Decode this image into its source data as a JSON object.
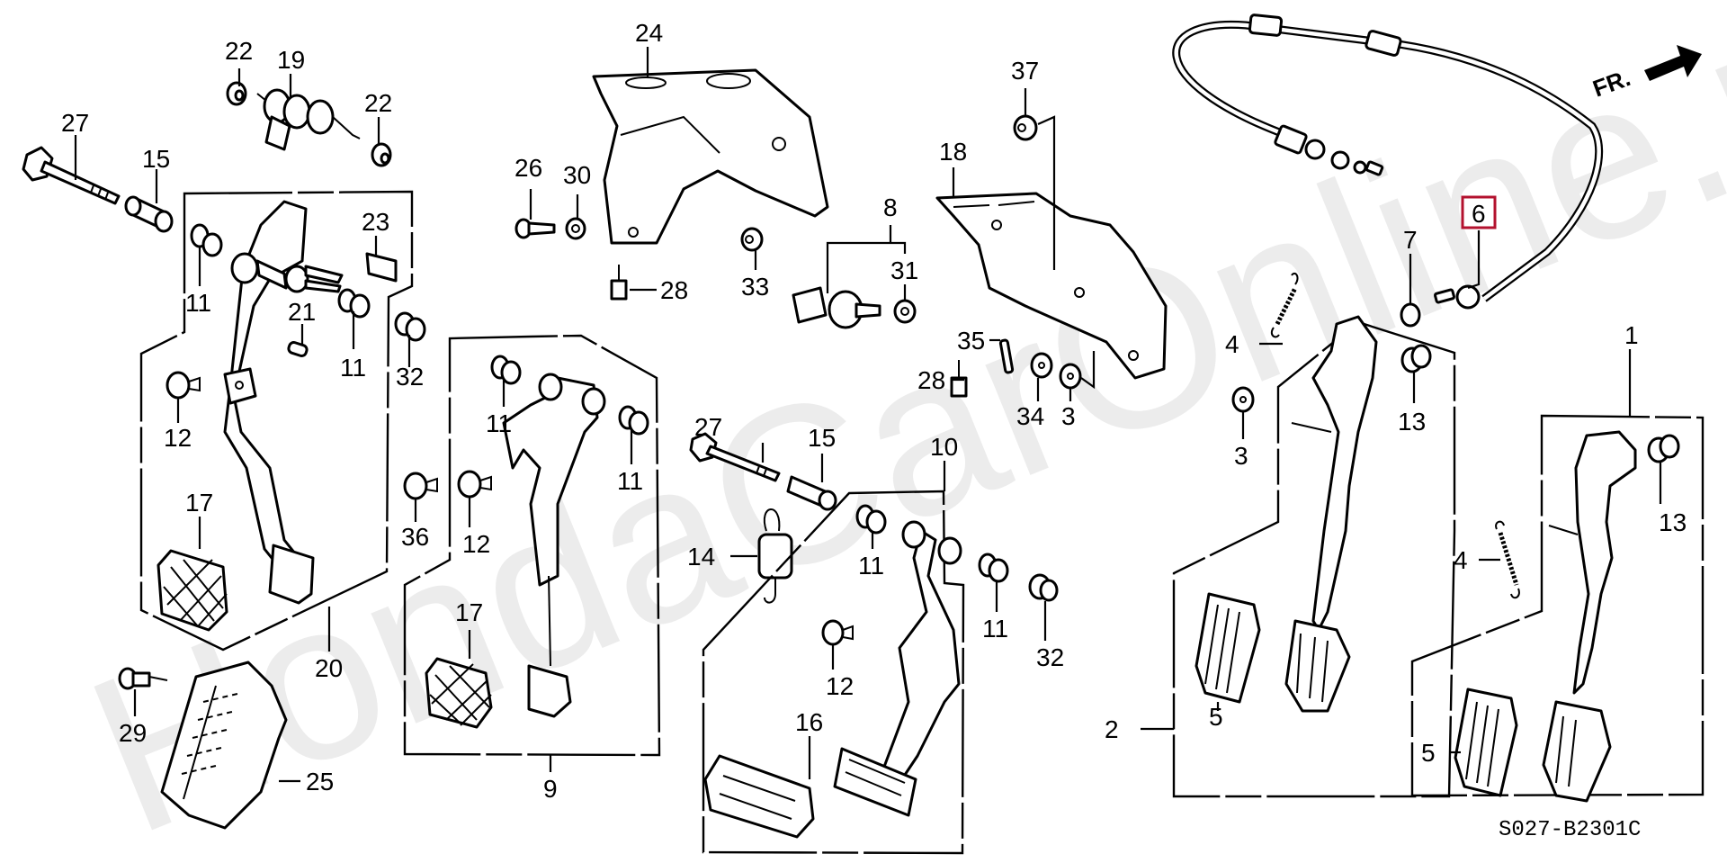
{
  "diagram": {
    "title": "Pedal assembly exploded parts diagram",
    "watermark": "HondaCarOnline.ru",
    "direction_marker": {
      "label": "FR.",
      "icon": "front-direction-arrow-icon"
    },
    "diagram_code": "S027-B2301C",
    "highlighted_callout": "6",
    "highlight_color": "#b3112e",
    "callouts": [
      {
        "id": "c27a",
        "label": "27",
        "part": "pedal pivot bolt"
      },
      {
        "id": "c15a",
        "label": "15",
        "part": "pivot collar"
      },
      {
        "id": "c22a",
        "label": "22",
        "part": "pin"
      },
      {
        "id": "c19",
        "label": "19",
        "part": "torsion spring"
      },
      {
        "id": "c22b",
        "label": "22",
        "part": "pin"
      },
      {
        "id": "c23",
        "label": "23",
        "part": "clip"
      },
      {
        "id": "c11a",
        "label": "11",
        "part": "bushing"
      },
      {
        "id": "c21",
        "label": "21",
        "part": "pin"
      },
      {
        "id": "c11b",
        "label": "11",
        "part": "bushing"
      },
      {
        "id": "c32a",
        "label": "32",
        "part": "nut"
      },
      {
        "id": "c12a",
        "label": "12",
        "part": "stopper"
      },
      {
        "id": "c17a",
        "label": "17",
        "part": "clutch pedal pad"
      },
      {
        "id": "c36",
        "label": "36",
        "part": "stopper"
      },
      {
        "id": "c20",
        "label": "20",
        "part": "clutch pedal assembly"
      },
      {
        "id": "c29",
        "label": "29",
        "part": "bolt"
      },
      {
        "id": "c25",
        "label": "25",
        "part": "footrest"
      },
      {
        "id": "c24",
        "label": "24",
        "part": "pedal bracket"
      },
      {
        "id": "c26",
        "label": "26",
        "part": "bolt"
      },
      {
        "id": "c30",
        "label": "30",
        "part": "nut"
      },
      {
        "id": "c28a",
        "label": "28",
        "part": "bolt"
      },
      {
        "id": "c33",
        "label": "33",
        "part": "nut"
      },
      {
        "id": "c8",
        "label": "8",
        "part": "stop switch"
      },
      {
        "id": "c31",
        "label": "31",
        "part": "nut"
      },
      {
        "id": "c18",
        "label": "18",
        "part": "pedal bracket"
      },
      {
        "id": "c37",
        "label": "37",
        "part": "nut"
      },
      {
        "id": "c35",
        "label": "35",
        "part": "pin"
      },
      {
        "id": "c28b",
        "label": "28",
        "part": "bolt"
      },
      {
        "id": "c34",
        "label": "34",
        "part": "washer"
      },
      {
        "id": "c3a",
        "label": "3",
        "part": "washer"
      },
      {
        "id": "c11c",
        "label": "11",
        "part": "bushing"
      },
      {
        "id": "c11d",
        "label": "11",
        "part": "bushing"
      },
      {
        "id": "c12b",
        "label": "12",
        "part": "stopper"
      },
      {
        "id": "c17b",
        "label": "17",
        "part": "clutch pedal pad"
      },
      {
        "id": "c9",
        "label": "9",
        "part": "clutch pedal assembly"
      },
      {
        "id": "c27b",
        "label": "27",
        "part": "pedal pivot bolt"
      },
      {
        "id": "c15b",
        "label": "15",
        "part": "pivot collar"
      },
      {
        "id": "c14",
        "label": "14",
        "part": "return spring"
      },
      {
        "id": "c10",
        "label": "10",
        "part": "brake pedal assembly"
      },
      {
        "id": "c11e",
        "label": "11",
        "part": "bushing"
      },
      {
        "id": "c11f",
        "label": "11",
        "part": "bushing"
      },
      {
        "id": "c32b",
        "label": "32",
        "part": "nut"
      },
      {
        "id": "c12c",
        "label": "12",
        "part": "stopper"
      },
      {
        "id": "c16",
        "label": "16",
        "part": "brake pedal pad"
      },
      {
        "id": "c6",
        "label": "6",
        "part": "throttle cable"
      },
      {
        "id": "c7",
        "label": "7",
        "part": "clip"
      },
      {
        "id": "c4a",
        "label": "4",
        "part": "spring"
      },
      {
        "id": "c3b",
        "label": "3",
        "part": "washer"
      },
      {
        "id": "c13a",
        "label": "13",
        "part": "stopper"
      },
      {
        "id": "c2",
        "label": "2",
        "part": "accelerator pedal assembly"
      },
      {
        "id": "c5a",
        "label": "5",
        "part": "pedal pad"
      },
      {
        "id": "c1",
        "label": "1",
        "part": "accelerator pedal assembly"
      },
      {
        "id": "c13b",
        "label": "13",
        "part": "stopper"
      },
      {
        "id": "c4b",
        "label": "4",
        "part": "spring"
      },
      {
        "id": "c5b",
        "label": "5",
        "part": "pedal pad"
      }
    ]
  }
}
